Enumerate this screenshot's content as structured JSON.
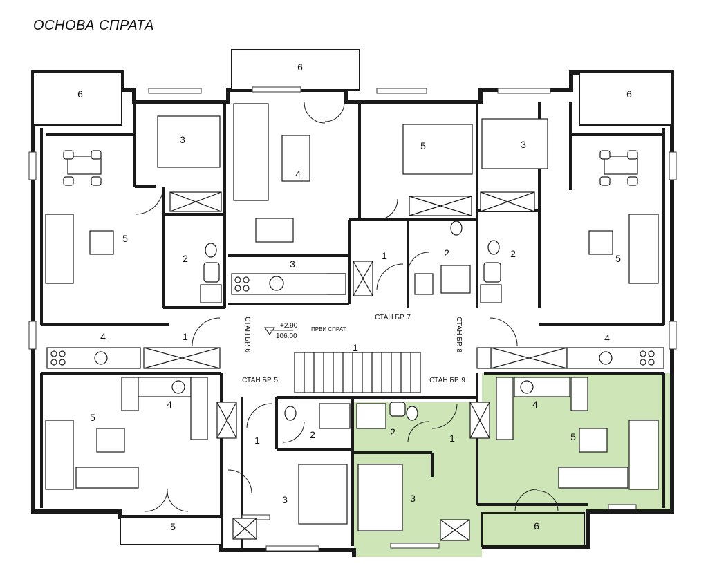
{
  "title": "ОСНОВА СПРАТА",
  "level": {
    "elevation": "+2.90",
    "altitude": "106.00",
    "floor": "ПРВИ СПРАТ"
  },
  "apartments": [
    "СТАН БР. 5",
    "СТАН БР. 6",
    "СТАН БР. 7",
    "СТАН БР. 8",
    "СТАН БР. 9"
  ],
  "rooms": {
    "corridor_center": "1",
    "balcony_top_center": "6",
    "balcony_top_left": "6",
    "balcony_top_right": "6",
    "bed_6": "3",
    "bath_6": "2",
    "living_6": "5",
    "kitchen_6": "4",
    "hall_6": "1",
    "living_7": "4",
    "kitchen_7": "3",
    "bed_8": "5",
    "hall_8": "1",
    "bath_8": "2",
    "bed_9a": "3",
    "bath_9": "2",
    "living_9": "5",
    "kitchen_9": "4",
    "living_5": "5",
    "kitchen_5": "4",
    "hall_5": "1",
    "bath_5": "2",
    "bed_5": "3",
    "balcony_5": "5",
    "hall_sel": "1",
    "bath_sel": "2",
    "bed_sel": "3",
    "kitchen_sel": "4",
    "living_sel": "5",
    "balcony_sel": "6"
  },
  "highlight_color": "#c9e2b0",
  "wall_color": "#1a1a1a"
}
